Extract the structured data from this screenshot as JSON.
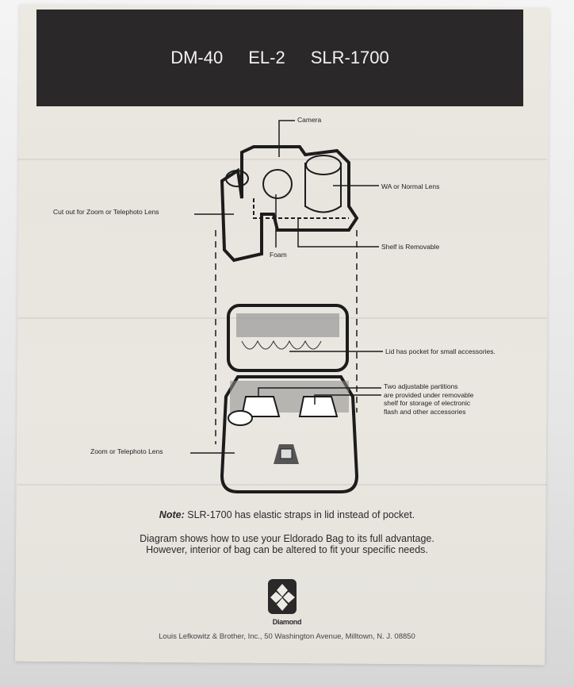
{
  "header": {
    "models": [
      "DM-40",
      "EL-2",
      "SLR-1700"
    ]
  },
  "diagram": {
    "labels": {
      "camera": "Camera",
      "wa_lens": "WA or Normal Lens",
      "cutout": "Cut out for Zoom or Telephoto Lens",
      "foam": "Foam",
      "shelf": "Shelf is Removable",
      "lid": "Lid has pocket for small accessories.",
      "partitions": [
        "Two adjustable partitions",
        "are provided under removable",
        "shelf for storage of electronic",
        "flash and other accessories"
      ],
      "zoom_lens": "Zoom or Telephoto Lens"
    }
  },
  "note": {
    "label": "Note:",
    "text": "SLR-1700 has elastic straps in lid instead of pocket."
  },
  "description": [
    "Diagram shows how to use your Eldorado Bag to its full advantage.",
    "However, interior of bag can be altered to fit your specific needs."
  ],
  "logo": {
    "name": "Diamond"
  },
  "footer": "Louis Lefkowitz & Brother, Inc., 50 Washington Avenue, Milltown, N. J. 08850"
}
